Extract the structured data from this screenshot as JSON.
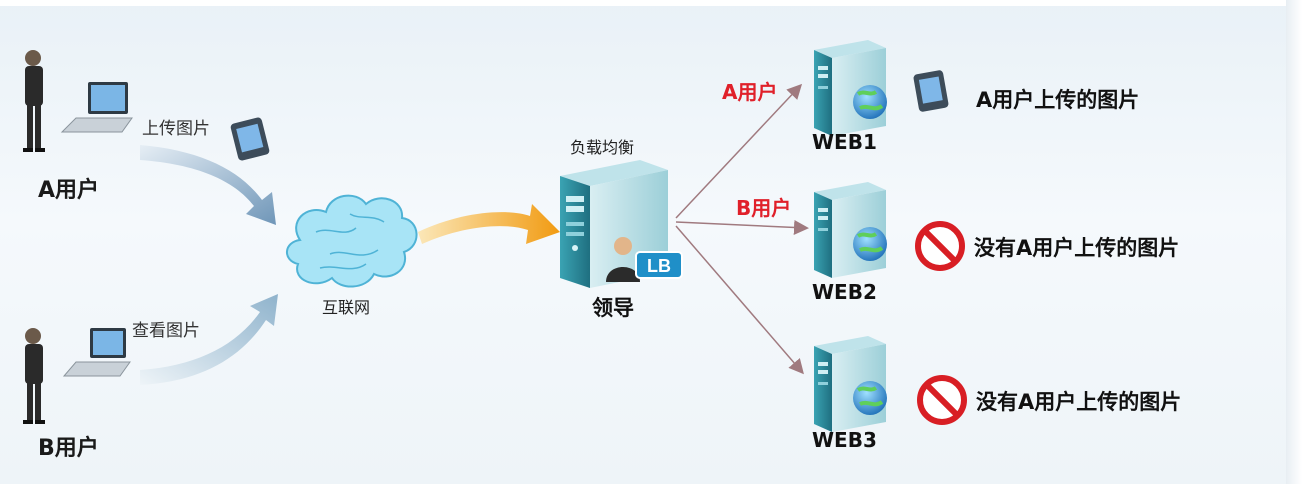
{
  "users": {
    "a": {
      "label": "A用户",
      "action": "上传图片"
    },
    "b": {
      "label": "B用户",
      "action": "查看图片"
    }
  },
  "network": {
    "label": "互联网"
  },
  "load_balancer": {
    "title": "负载均衡",
    "badge": "LB",
    "label": "领导"
  },
  "servers": [
    {
      "label": "WEB1",
      "route_label": "A用户",
      "result": "A用户上传的图片",
      "status": "has-image"
    },
    {
      "label": "WEB2",
      "route_label": "B用户",
      "result": "没有A用户上传的图片",
      "status": "no-image"
    },
    {
      "label": "WEB3",
      "route_label": "",
      "result": "没有A用户上传的图片",
      "status": "no-image"
    }
  ],
  "colors": {
    "route_red": "#e0202a",
    "server_teal": "#2f8f9e",
    "upload_arrow": "#7fa2bf",
    "lb_arrow": "#f0a21c",
    "prohibited": "#d81e24"
  }
}
